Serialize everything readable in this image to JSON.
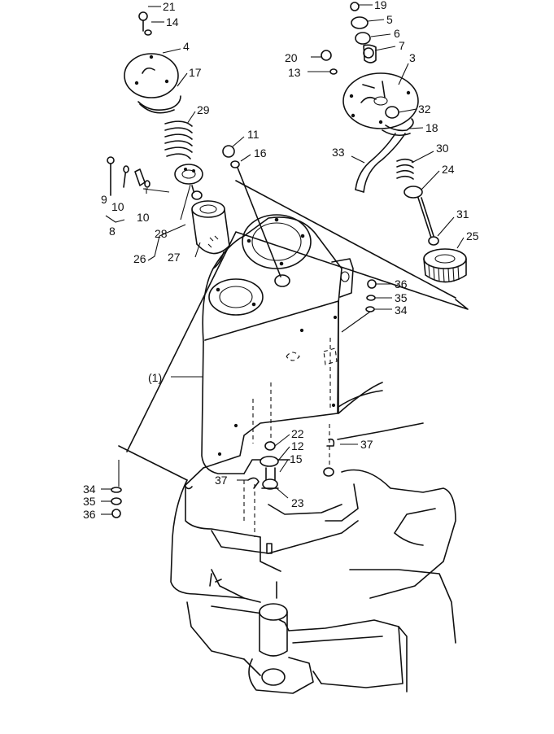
{
  "diagram": {
    "callouts": [
      {
        "id": "c21",
        "text": "21"
      },
      {
        "id": "c14",
        "text": "14"
      },
      {
        "id": "c4",
        "text": "4"
      },
      {
        "id": "c17",
        "text": "17"
      },
      {
        "id": "c29",
        "text": "29"
      },
      {
        "id": "c11",
        "text": "11"
      },
      {
        "id": "c16",
        "text": "16"
      },
      {
        "id": "c9",
        "text": "9"
      },
      {
        "id": "c10a",
        "text": "10"
      },
      {
        "id": "c10b",
        "text": "10"
      },
      {
        "id": "c8",
        "text": "8"
      },
      {
        "id": "c28",
        "text": "28"
      },
      {
        "id": "c26",
        "text": "26"
      },
      {
        "id": "c27",
        "text": "27"
      },
      {
        "id": "c19",
        "text": "19"
      },
      {
        "id": "c5",
        "text": "5"
      },
      {
        "id": "c6",
        "text": "6"
      },
      {
        "id": "c7",
        "text": "7"
      },
      {
        "id": "c20",
        "text": "20"
      },
      {
        "id": "c13",
        "text": "13"
      },
      {
        "id": "c3",
        "text": "3"
      },
      {
        "id": "c32",
        "text": "32"
      },
      {
        "id": "c18",
        "text": "18"
      },
      {
        "id": "c33",
        "text": "33"
      },
      {
        "id": "c30",
        "text": "30"
      },
      {
        "id": "c24",
        "text": "24"
      },
      {
        "id": "c31",
        "text": "31"
      },
      {
        "id": "c25",
        "text": "25"
      },
      {
        "id": "c36a",
        "text": "36"
      },
      {
        "id": "c35a",
        "text": "35"
      },
      {
        "id": "c34a",
        "text": "34"
      },
      {
        "id": "c1",
        "text": "(1)"
      },
      {
        "id": "c22",
        "text": "22"
      },
      {
        "id": "c12",
        "text": "12"
      },
      {
        "id": "c15",
        "text": "15"
      },
      {
        "id": "c37a",
        "text": "37"
      },
      {
        "id": "c37b",
        "text": "37"
      },
      {
        "id": "c23",
        "text": "23"
      },
      {
        "id": "c34b",
        "text": "34"
      },
      {
        "id": "c35b",
        "text": "35"
      },
      {
        "id": "c36b",
        "text": "36"
      }
    ]
  }
}
